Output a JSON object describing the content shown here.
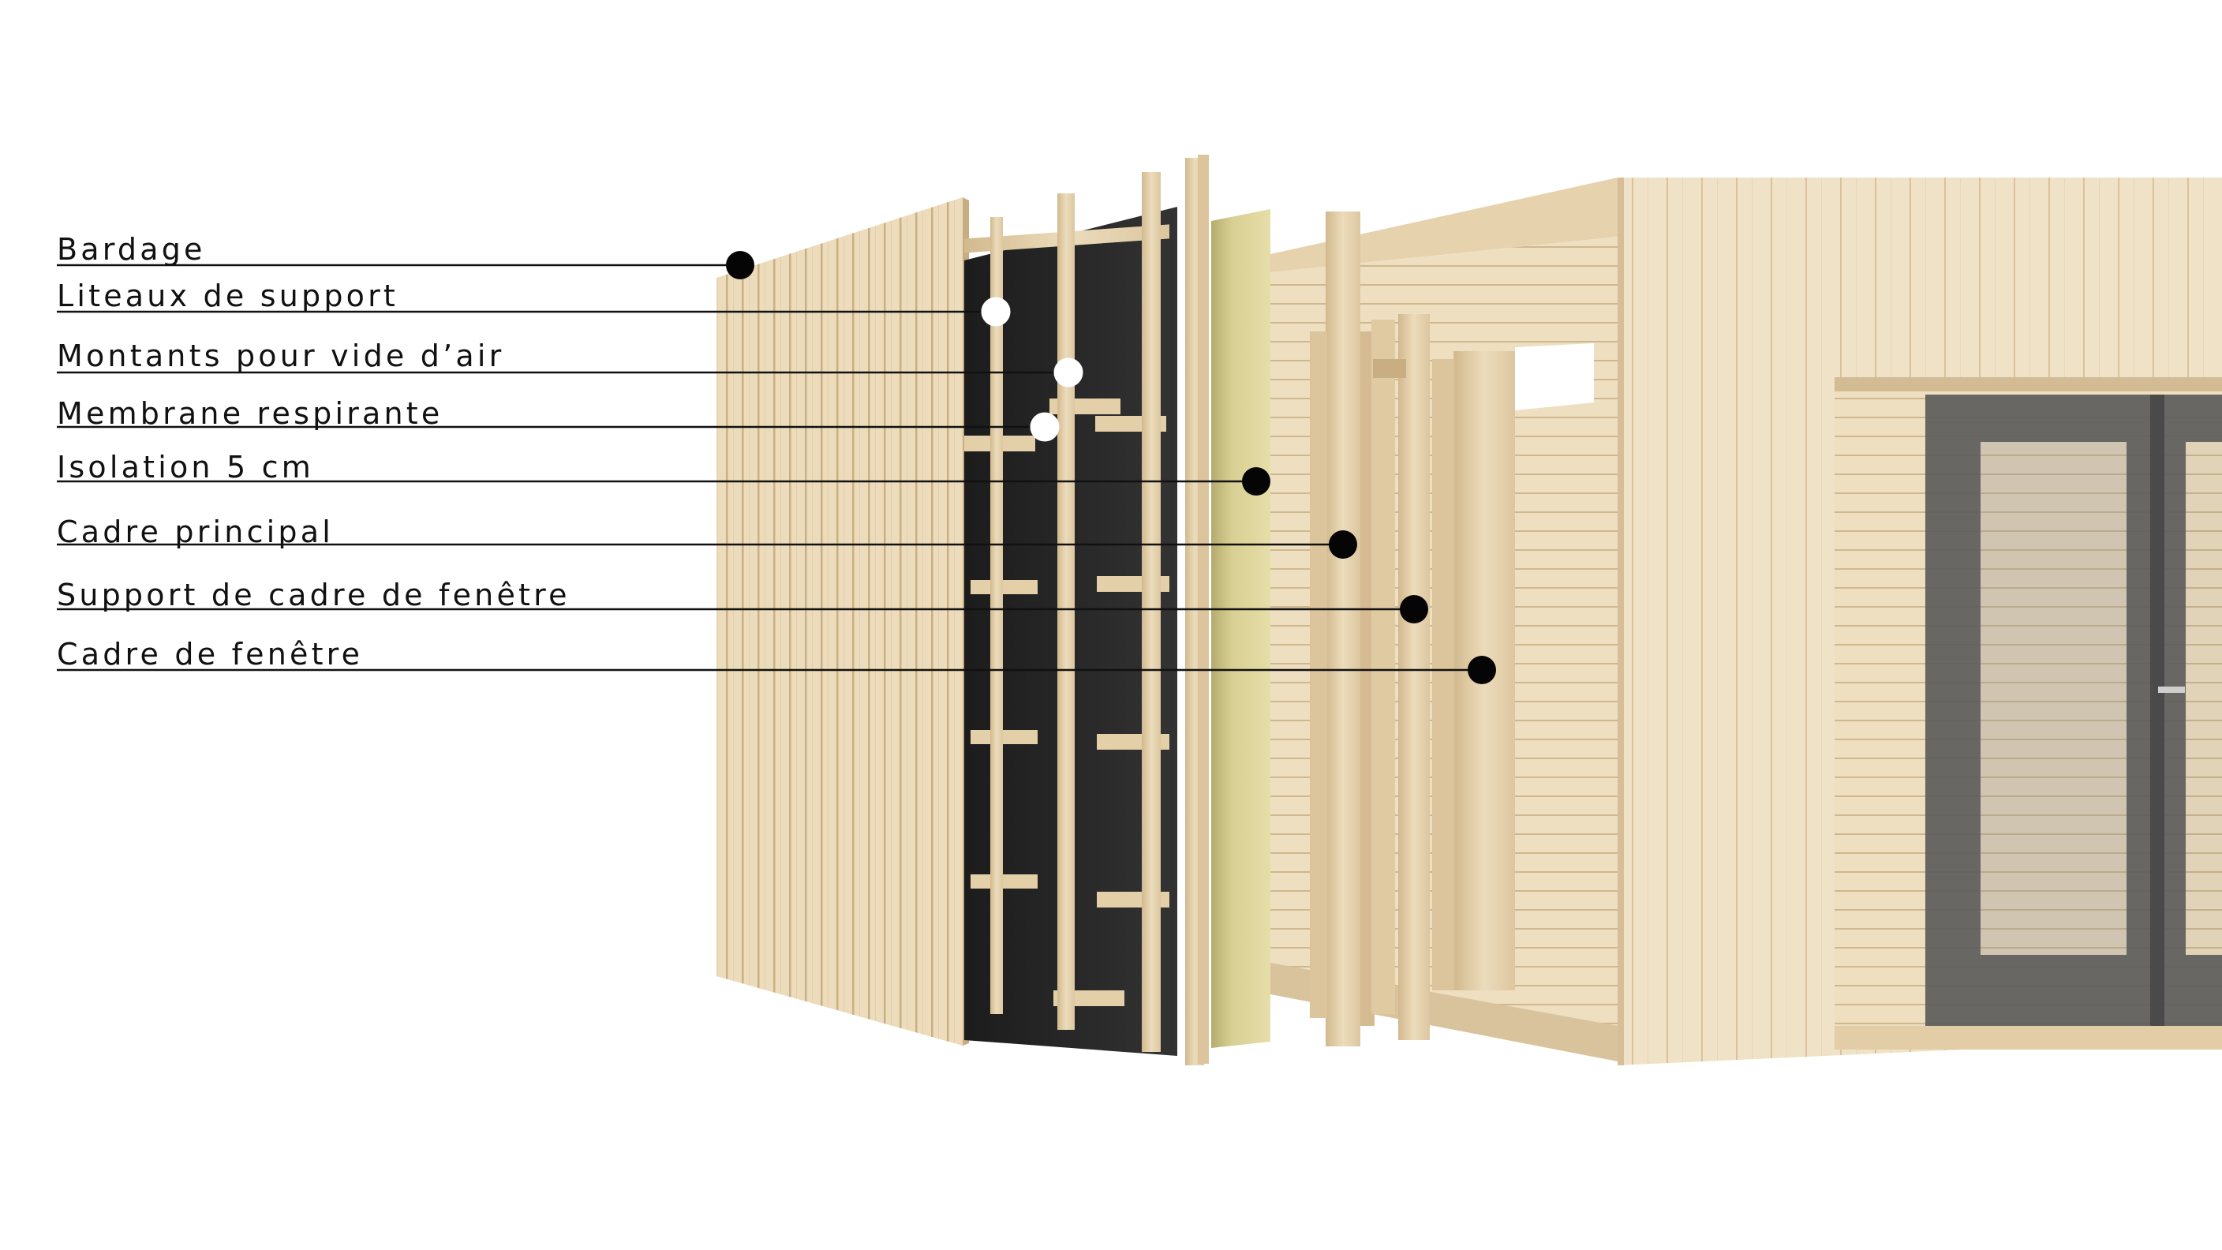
{
  "callouts": [
    {
      "id": "bardage",
      "label": "Bardage",
      "marker": "black"
    },
    {
      "id": "liteaux",
      "label": "Liteaux de support",
      "marker": "white"
    },
    {
      "id": "montants",
      "label": "Montants pour vide d’air",
      "marker": "white"
    },
    {
      "id": "membrane",
      "label": "Membrane respirante",
      "marker": "white"
    },
    {
      "id": "isolation",
      "label": "Isolation 5 cm",
      "marker": "black"
    },
    {
      "id": "cadre-principal",
      "label": "Cadre principal",
      "marker": "black"
    },
    {
      "id": "support-cadre-fenetre",
      "label": "Support de cadre de fenêtre",
      "marker": "black"
    },
    {
      "id": "cadre-fenetre",
      "label": "Cadre de fenêtre",
      "marker": "black"
    }
  ],
  "colors": {
    "wood_light": "#efdfc0",
    "wood_mid": "#e2cda6",
    "wood_dark": "#cdb488",
    "membrane": "#262626",
    "insulation": "#ddd49a",
    "glass": "#8f8f8f",
    "window_frame": "#5a5a5a",
    "line": "#111111"
  }
}
